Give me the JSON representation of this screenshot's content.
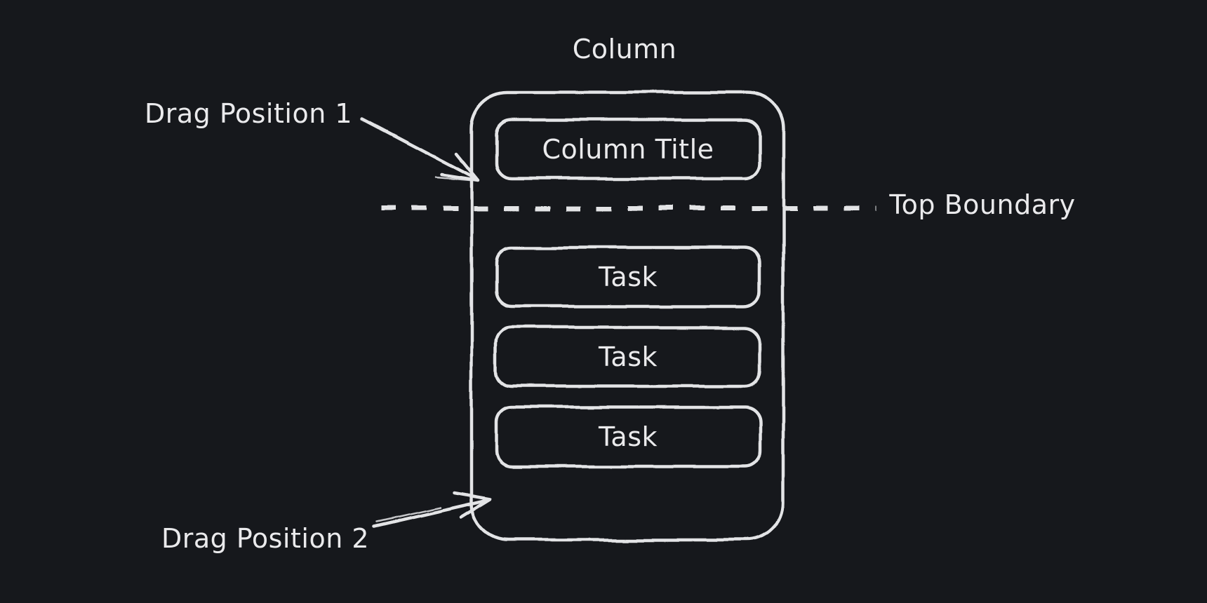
{
  "colors": {
    "background": "#16181c",
    "stroke": "#e3e4e6",
    "text": "#eaeaec"
  },
  "diagram": {
    "column_label": "Column",
    "column_title": "Column Title",
    "tasks": [
      "Task",
      "Task",
      "Task"
    ],
    "top_boundary_label": "Top Boundary",
    "drag_position_1_label": "Drag Position 1",
    "drag_position_2_label": "Drag Position 2"
  }
}
